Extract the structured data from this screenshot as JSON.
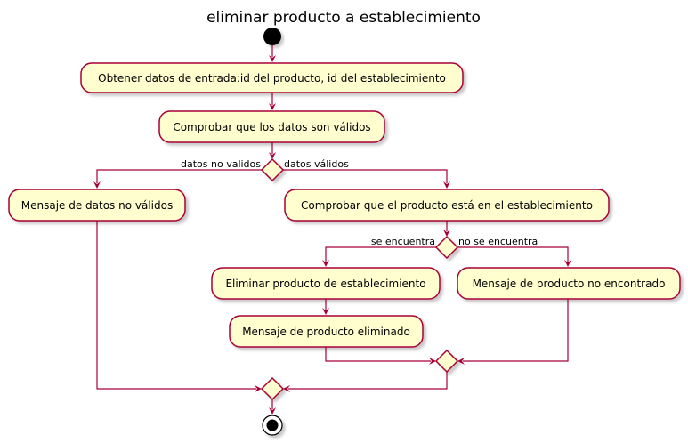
{
  "title": "eliminar producto a establecimiento",
  "colors": {
    "activity_fill": "#FEFECE",
    "border": "#A80036",
    "shadow": "#c8c8c8",
    "start": "#000000"
  },
  "activities": {
    "obtener": "Obtener datos de entrada:id del producto, id del establecimiento",
    "comprobar_validos": "Comprobar que los datos son válidos",
    "mensaje_no_validos": "Mensaje de datos no válidos",
    "comprobar_producto": "Comprobar que el producto está en el establecimiento",
    "eliminar": "Eliminar producto de establecimiento",
    "mensaje_eliminado": "Mensaje de producto eliminado",
    "mensaje_no_encontrado": "Mensaje de producto no encontrado"
  },
  "branch_labels": {
    "datos_no_validos": "datos no validos",
    "datos_validos": "datos válidos",
    "se_encuentra": "se encuentra",
    "no_se_encuentra": "no se encuentra"
  }
}
